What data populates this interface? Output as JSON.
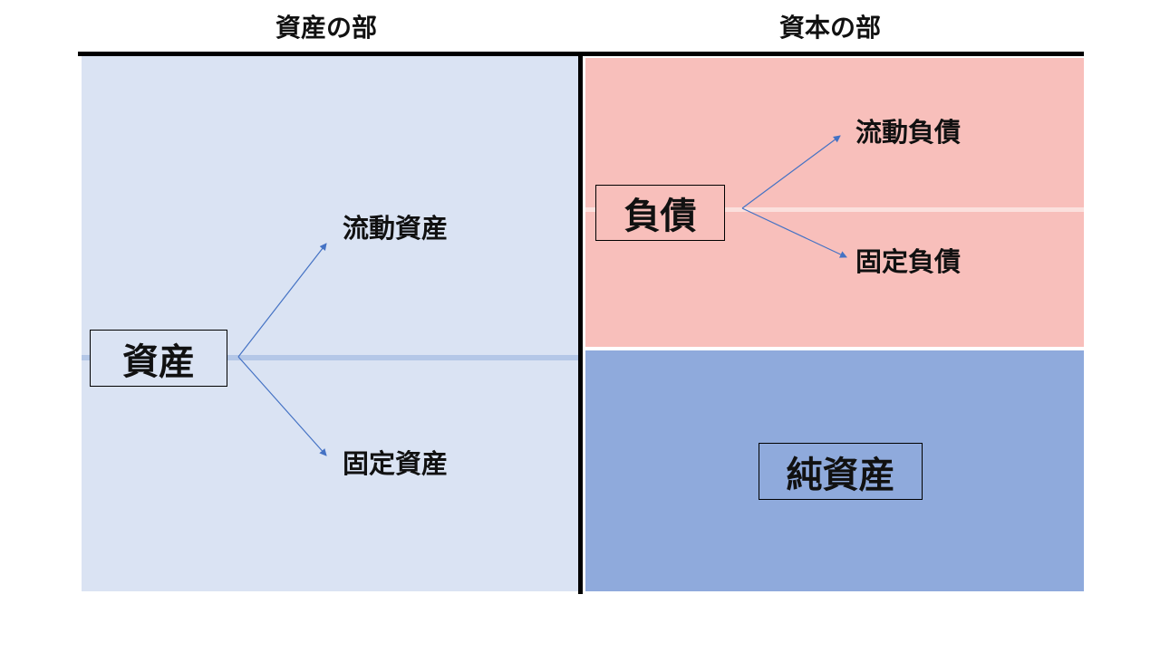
{
  "headers": {
    "assets_section": "資産の部",
    "capital_section": "資本の部"
  },
  "assets": {
    "main": "資産",
    "current": "流動資産",
    "fixed": "固定資産"
  },
  "liabilities": {
    "main": "負債",
    "current": "流動負債",
    "fixed": "固定負債"
  },
  "net_assets": {
    "main": "純資産"
  },
  "colors": {
    "assets_panel": "#dae3f3",
    "liabilities_panel": "#f8bfbb",
    "net_assets_panel": "#8faadc",
    "arrow": "#4472c4"
  }
}
